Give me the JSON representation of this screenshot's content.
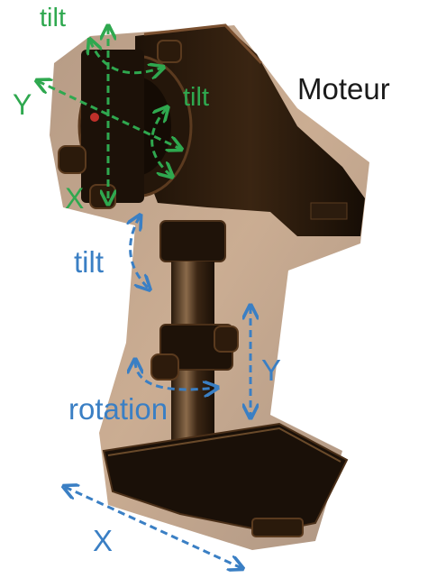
{
  "labels": {
    "motor": "Moteur",
    "head_tilt_top": "tilt",
    "head_y": "Y",
    "head_tilt_right": "tilt",
    "head_x": "X",
    "post_tilt": "tilt",
    "post_y": "Y",
    "rotation": "rotation",
    "base_x": "X"
  },
  "colors": {
    "head_axes": "#2fa84f",
    "mount_axes": "#3a7fc4",
    "background": "#ffffff",
    "photo_tint": "#a06a3a"
  }
}
